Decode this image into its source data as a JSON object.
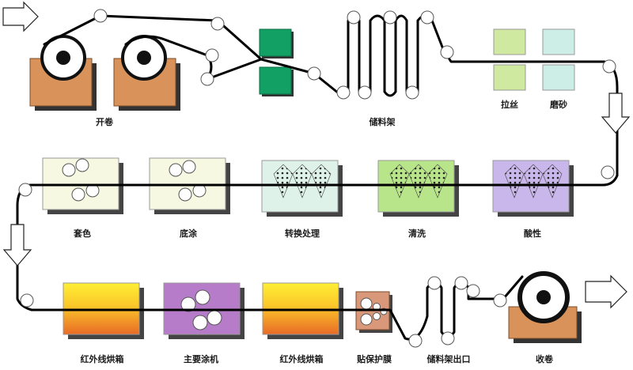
{
  "labels": {
    "unwind": "开卷",
    "storage_top": "储料架",
    "brush": "拉丝",
    "sand": "磨砂",
    "topcoat_color": "套色",
    "primer": "底涂",
    "conversion": "转换处理",
    "cleaning": "清洗",
    "acid": "酸性",
    "oven_1": "红外线烘箱",
    "main_coater": "主要涂机",
    "oven_2": "红外线烘箱",
    "film": "贴保护膜",
    "storage_exit": "储料架出口",
    "rewind": "收卷"
  },
  "colors": {
    "roll_box": "#d9935a",
    "green_block": "#12a064",
    "brush_box": "#cfe9a0",
    "sand_box": "#cdeee6",
    "cream_box": "#f6f8e1",
    "conversion_box": "#dff2ea",
    "cleaning_box": "#b8e58a",
    "acid_box": "#c9b6ea",
    "oven_top": "#ffef35",
    "oven_bottom": "#e86a26",
    "coater_box": "#b77cc9",
    "film_box": "#d9987a",
    "strip": "#000000"
  },
  "icons": {
    "entry_arrow": "arrow-right-icon",
    "exit_arrow": "arrow-right-icon",
    "turn_arrow_right": "arrow-down-icon",
    "turn_arrow_left": "arrow-down-icon"
  }
}
